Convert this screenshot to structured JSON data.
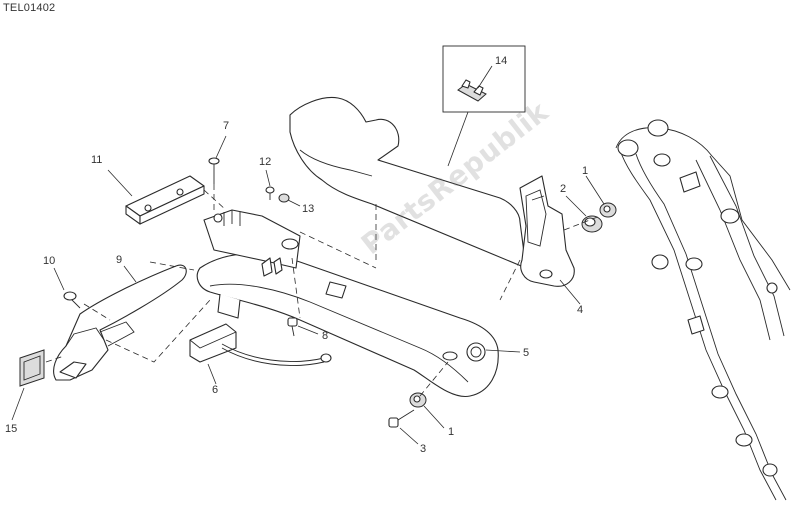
{
  "document_code": "TEL01402",
  "watermark": "PartsRepublik",
  "callouts": [
    "1",
    "1",
    "2",
    "3",
    "4",
    "5",
    "6",
    "7",
    "8",
    "9",
    "10",
    "11",
    "12",
    "13",
    "14",
    "15"
  ]
}
